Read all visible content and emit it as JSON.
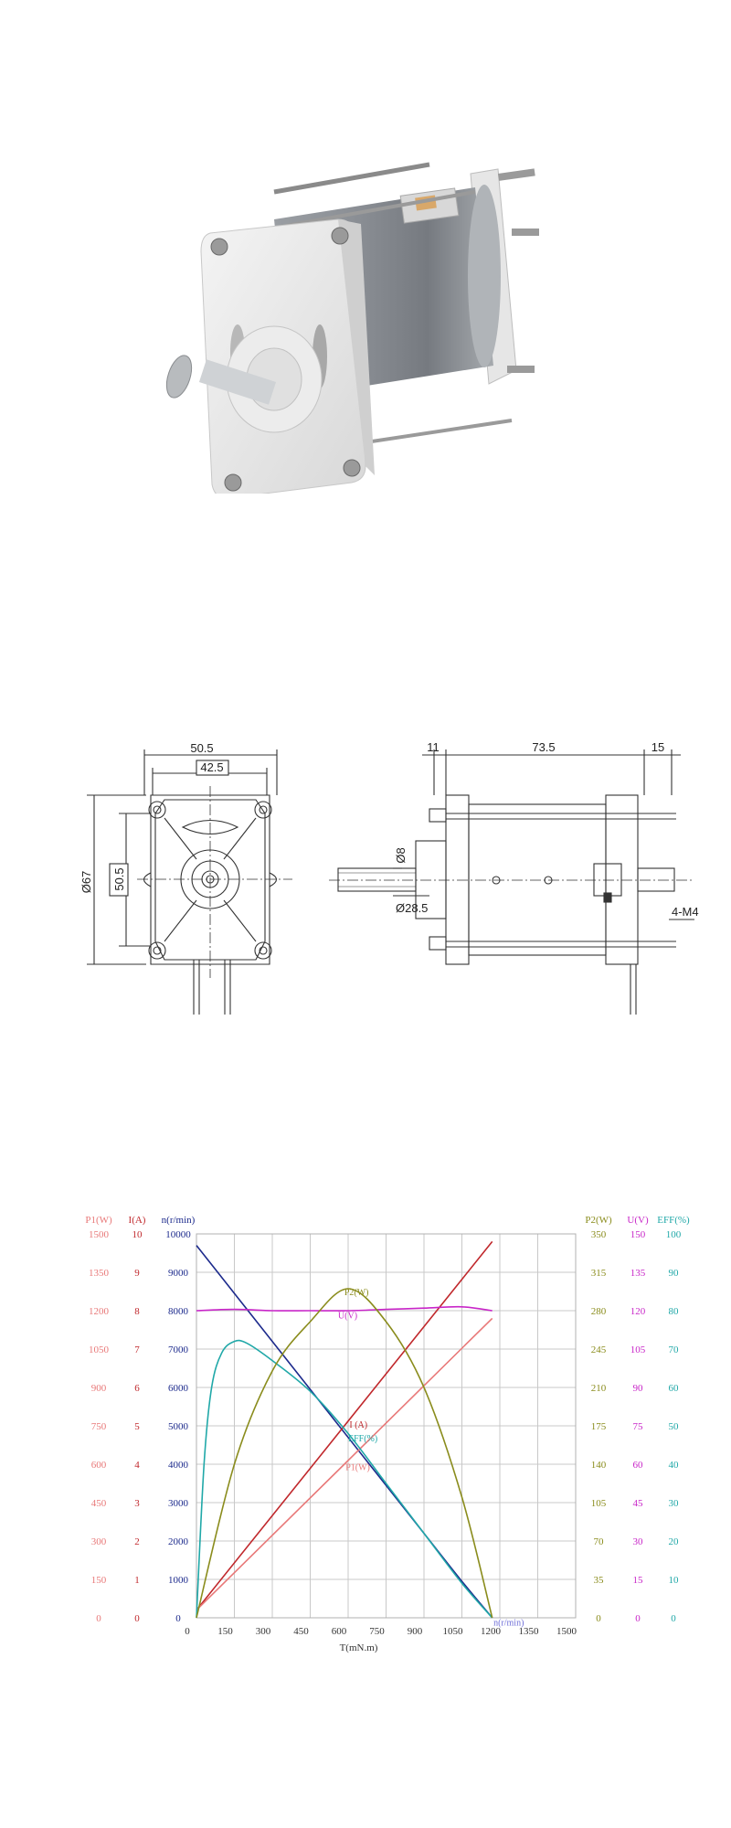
{
  "drawing": {
    "front": {
      "width": "50.5",
      "hole_spacing": "42.5",
      "diameter": "Ø67",
      "height": "50.5"
    },
    "side": {
      "left_offset": "11",
      "body_length": "73.5",
      "right_offset": "15",
      "shaft_dia": "Ø8",
      "boss_dia": "Ø28.5",
      "thread": "4-M4"
    }
  },
  "chart_data": {
    "type": "line",
    "xlabel": "T(mN.m)",
    "x_ticks": [
      "0",
      "150",
      "300",
      "450",
      "600",
      "750",
      "900",
      "1050",
      "1200",
      "1350",
      "1500"
    ],
    "xlim": [
      0,
      1500
    ],
    "axes": [
      {
        "key": "P1",
        "label": "P1(W)",
        "side": "left",
        "color": "#e87878",
        "ticks": [
          "0",
          "150",
          "300",
          "450",
          "600",
          "750",
          "900",
          "1050",
          "1200",
          "1350",
          "1500"
        ]
      },
      {
        "key": "I",
        "label": "I(A)",
        "side": "left",
        "color": "#c0282c",
        "ticks": [
          "0",
          "1",
          "2",
          "3",
          "4",
          "5",
          "6",
          "7",
          "8",
          "9",
          "10"
        ]
      },
      {
        "key": "n",
        "label": "n(r/min)",
        "side": "left",
        "color": "#1c2a8c",
        "ticks": [
          "0",
          "1000",
          "2000",
          "3000",
          "4000",
          "5000",
          "6000",
          "7000",
          "8000",
          "9000",
          "10000"
        ]
      },
      {
        "key": "P2",
        "label": "P2(W)",
        "side": "right",
        "color": "#8a8c1c",
        "ticks": [
          "0",
          "35",
          "70",
          "105",
          "140",
          "175",
          "210",
          "245",
          "280",
          "315",
          "350"
        ]
      },
      {
        "key": "U",
        "label": "U(V)",
        "side": "right",
        "color": "#c826c8",
        "ticks": [
          "0",
          "15",
          "30",
          "45",
          "60",
          "75",
          "90",
          "105",
          "120",
          "135",
          "150"
        ]
      },
      {
        "key": "EFF",
        "label": "EFF(%)",
        "side": "right",
        "color": "#20a8a8",
        "ticks": [
          "0",
          "10",
          "20",
          "30",
          "40",
          "50",
          "60",
          "70",
          "80",
          "90",
          "100"
        ]
      }
    ],
    "series": [
      {
        "name": "n(r/min)",
        "axis": "n",
        "color": "#1c2a8c",
        "x": [
          0,
          150,
          300,
          450,
          600,
          750,
          900,
          1050,
          1170
        ],
        "y": [
          9700,
          8450,
          7200,
          5950,
          4700,
          3450,
          2200,
          950,
          0
        ]
      },
      {
        "name": "I(A)",
        "axis": "I",
        "color": "#c0282c",
        "x": [
          0,
          1170
        ],
        "y": [
          0.2,
          9.8
        ]
      },
      {
        "name": "P1(W)",
        "axis": "P1",
        "color": "#e87878",
        "x": [
          0,
          1170
        ],
        "y": [
          30,
          1170
        ]
      },
      {
        "name": "U(V)",
        "axis": "U",
        "color": "#c826c8",
        "x": [
          0,
          150,
          300,
          450,
          600,
          750,
          900,
          1050,
          1170
        ],
        "y": [
          120,
          120.5,
          120,
          120,
          120,
          120.5,
          121,
          121.5,
          120
        ]
      },
      {
        "name": "EFF(%)",
        "axis": "EFF",
        "color": "#20a8a8",
        "x": [
          0,
          30,
          60,
          100,
          150,
          200,
          300,
          450,
          600,
          750,
          900,
          1050,
          1170
        ],
        "y": [
          0,
          40,
          60,
          69,
          72,
          71.5,
          67,
          59,
          48,
          35,
          22,
          9,
          0
        ]
      },
      {
        "name": "P2(W)",
        "axis": "P2",
        "color": "#8a8c1c",
        "x": [
          0,
          150,
          300,
          450,
          600,
          750,
          900,
          1050,
          1170
        ],
        "y": [
          0,
          140,
          225,
          270,
          300,
          270,
          210,
          110,
          0
        ]
      }
    ],
    "annotations": [
      {
        "text": "P2(W)",
        "color": "#8a8c1c",
        "x": 585,
        "y": 0.84
      },
      {
        "text": "U(V)",
        "color": "#c826c8",
        "x": 560,
        "y": 0.78
      },
      {
        "text": "I (A)",
        "color": "#c0282c",
        "x": 605,
        "y": 0.495
      },
      {
        "text": "EFF(%)",
        "color": "#20a8a8",
        "x": 600,
        "y": 0.46
      },
      {
        "text": "P1(W)",
        "color": "#e87878",
        "x": 590,
        "y": 0.385
      },
      {
        "text": "n(r/min)",
        "color": "#6f6fd8",
        "x": 1175,
        "y": -0.02
      }
    ],
    "grid": true
  }
}
